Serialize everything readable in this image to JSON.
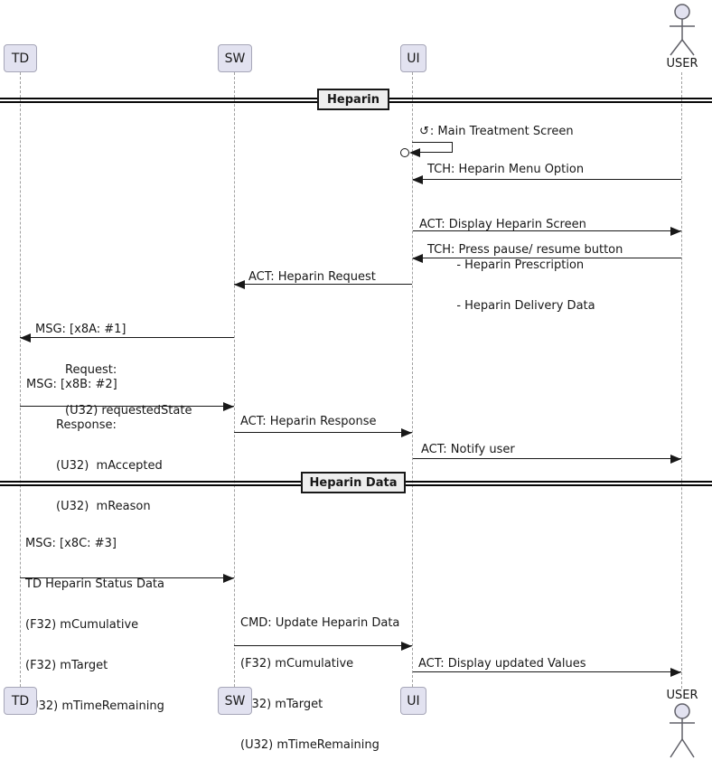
{
  "participants": {
    "td": {
      "label": "TD"
    },
    "sw": {
      "label": "SW"
    },
    "ui": {
      "label": "UI"
    },
    "user": {
      "label": "USER"
    }
  },
  "dividers": {
    "first": {
      "label": "Heparin"
    },
    "second": {
      "label": "Heparin Data"
    }
  },
  "messages": [
    {
      "name": "main-treatment-screen",
      "from": "UI",
      "to": "UI",
      "icon": "↺",
      "text": ": Main Treatment Screen"
    },
    {
      "name": "heparin-menu-option",
      "from": "USER",
      "to": "UI",
      "lines": [
        "TCH: Heparin Menu Option"
      ]
    },
    {
      "name": "display-heparin-screen",
      "from": "UI",
      "to": "USER",
      "lines": [
        "ACT: Display Heparin Screen",
        "          - Heparin Prescription",
        "          - Heparin Delivery Data"
      ]
    },
    {
      "name": "press-pause-resume",
      "from": "USER",
      "to": "UI",
      "lines": [
        "TCH: Press pause/ resume button"
      ]
    },
    {
      "name": "heparin-request",
      "from": "UI",
      "to": "SW",
      "lines": [
        "ACT: Heparin Request"
      ]
    },
    {
      "name": "msg-x8a",
      "from": "SW",
      "to": "TD",
      "lines": [
        "MSG: [x8A: #1]",
        "        Request:",
        "        (U32) requestedState"
      ]
    },
    {
      "name": "msg-x8b",
      "from": "TD",
      "to": "SW",
      "lines": [
        "MSG: [x8B: #2]",
        "        Response:",
        "        (U32)  mAccepted",
        "        (U32)  mReason"
      ]
    },
    {
      "name": "heparin-response",
      "from": "SW",
      "to": "UI",
      "lines": [
        "ACT: Heparin Response"
      ]
    },
    {
      "name": "notify-user",
      "from": "UI",
      "to": "USER",
      "lines": [
        "ACT: Notify user"
      ]
    },
    {
      "name": "msg-x8c",
      "from": "TD",
      "to": "SW",
      "lines": [
        "MSG: [x8C: #3]",
        "TD Heparin Status Data",
        "(F32) mCumulative",
        "(F32) mTarget",
        "(U32) mTimeRemaining"
      ]
    },
    {
      "name": "cmd-update-heparin-data",
      "from": "SW",
      "to": "UI",
      "lines": [
        "CMD: Update Heparin Data",
        "(F32) mCumulative",
        "(F32) mTarget",
        "(U32) mTimeRemaining"
      ]
    },
    {
      "name": "display-updated-values",
      "from": "UI",
      "to": "USER",
      "lines": [
        "ACT: Display updated Values"
      ]
    }
  ],
  "colors": {
    "participant_fill": "#E2E2F0",
    "participant_border": "#A6A6B8",
    "divider_fill": "#EEEEEE",
    "line": "#181818",
    "lifeline": "#A0A0A0"
  }
}
